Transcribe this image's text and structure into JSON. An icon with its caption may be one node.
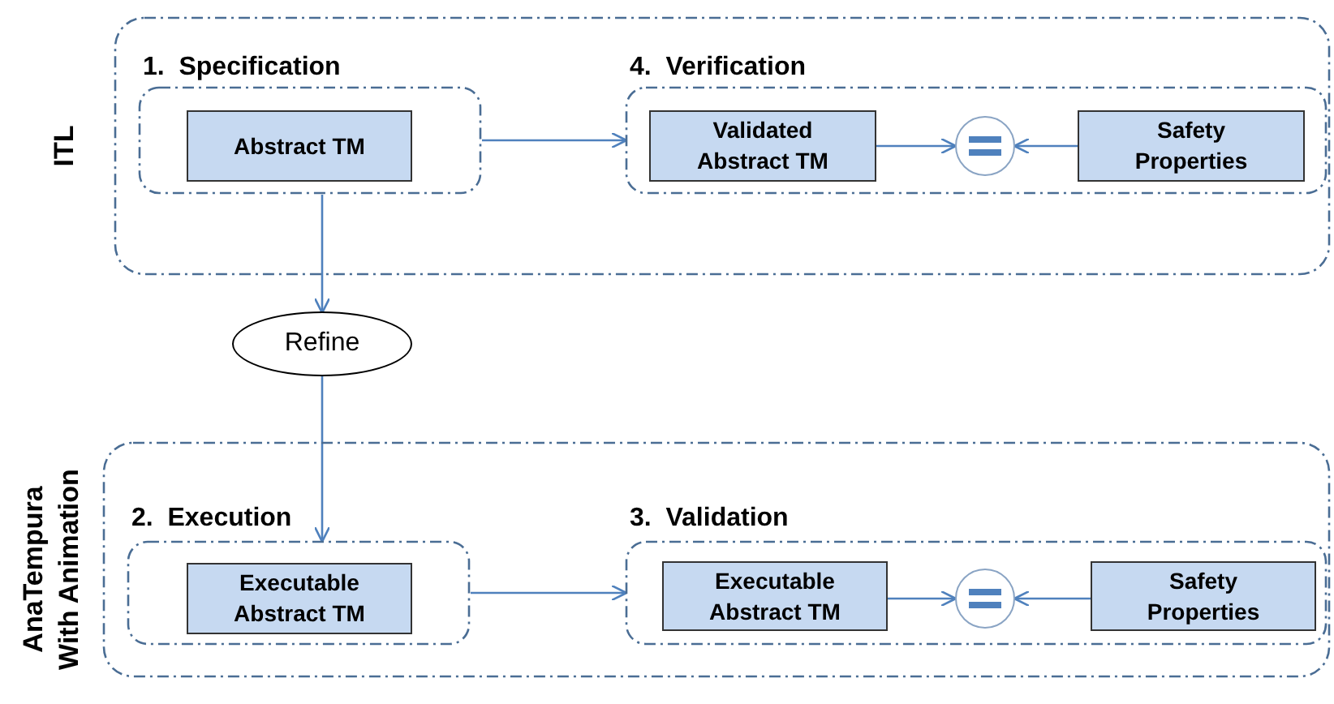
{
  "diagram": {
    "nodes": [
      {
        "text": [
          "ITL"
        ]
      },
      {
        "text": [
          "1.  Specification"
        ],
        "in": 0
      },
      {
        "text": [
          "Abstract TM"
        ],
        "in": 1
      },
      {
        "text": [
          "4.  Verification"
        ],
        "in": 0
      },
      {
        "text": [
          "Validated Abstract TM"
        ],
        "in": 3
      },
      {
        "text": [],
        "shape": "circle",
        "in": 3
      },
      {
        "text": [
          "Safety Properties"
        ],
        "in": 3
      },
      {
        "text": [
          "Refine"
        ]
      },
      {
        "text": [
          "AnaTempura With Animation"
        ]
      },
      {
        "text": [
          "2.  Execution"
        ],
        "in": 8
      },
      {
        "text": [
          "Executable Abstract TM"
        ],
        "in": 9
      },
      {
        "text": [
          "3.  Validation"
        ],
        "in": 8
      },
      {
        "text": [
          "Executable Abstract TM"
        ],
        "in": 11
      },
      {
        "text": [],
        "shape": "circle",
        "in": 11
      },
      {
        "text": [
          "Safety Properties"
        ],
        "in": 11
      }
    ],
    "edges": [
      {
        "from": 1,
        "to": 3,
        "arrow": "to"
      },
      {
        "from": 4,
        "to": 5,
        "arrow": "to"
      },
      {
        "from": 6,
        "to": 5,
        "arrow": "to"
      },
      {
        "from": 1,
        "to": 7,
        "arrow": "to"
      },
      {
        "from": 7,
        "to": 9,
        "arrow": "to"
      },
      {
        "from": 9,
        "to": 11,
        "arrow": "to"
      },
      {
        "from": 12,
        "to": 13,
        "arrow": "to"
      },
      {
        "from": 14,
        "to": 13,
        "arrow": "to"
      }
    ]
  }
}
